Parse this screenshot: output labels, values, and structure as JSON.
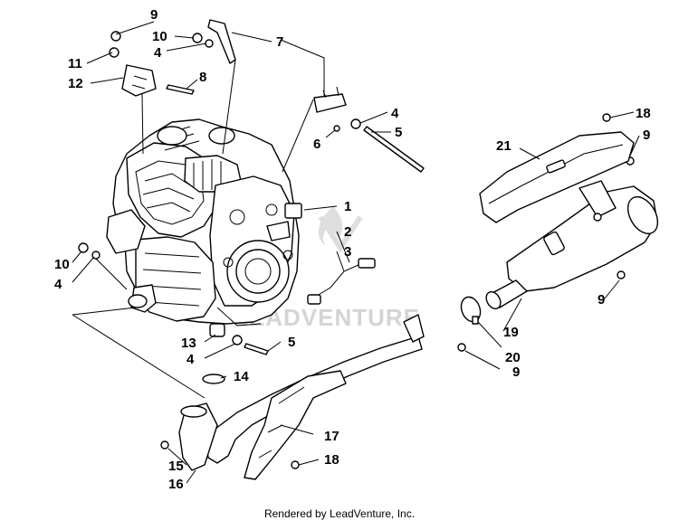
{
  "watermark_text": "LEADVENTURE",
  "footer_text": "Rendered by LeadVenture, Inc.",
  "callouts": [
    {
      "id": "9a",
      "label": "9"
    },
    {
      "id": "10a",
      "label": "10"
    },
    {
      "id": "7",
      "label": "7"
    },
    {
      "id": "4a",
      "label": "4"
    },
    {
      "id": "11",
      "label": "11"
    },
    {
      "id": "12",
      "label": "12"
    },
    {
      "id": "8",
      "label": "8"
    },
    {
      "id": "4b",
      "label": "4"
    },
    {
      "id": "5a",
      "label": "5"
    },
    {
      "id": "6",
      "label": "6"
    },
    {
      "id": "18a",
      "label": "18"
    },
    {
      "id": "21",
      "label": "21"
    },
    {
      "id": "9b",
      "label": "9"
    },
    {
      "id": "1",
      "label": "1"
    },
    {
      "id": "2",
      "label": "2"
    },
    {
      "id": "3",
      "label": "3"
    },
    {
      "id": "10b",
      "label": "10"
    },
    {
      "id": "4c",
      "label": "4"
    },
    {
      "id": "9c",
      "label": "9"
    },
    {
      "id": "19",
      "label": "19"
    },
    {
      "id": "13",
      "label": "13"
    },
    {
      "id": "5b",
      "label": "5"
    },
    {
      "id": "4d",
      "label": "4"
    },
    {
      "id": "20",
      "label": "20"
    },
    {
      "id": "9d",
      "label": "9"
    },
    {
      "id": "14",
      "label": "14"
    },
    {
      "id": "17",
      "label": "17"
    },
    {
      "id": "18b",
      "label": "18"
    },
    {
      "id": "15",
      "label": "15"
    },
    {
      "id": "16",
      "label": "16"
    }
  ]
}
